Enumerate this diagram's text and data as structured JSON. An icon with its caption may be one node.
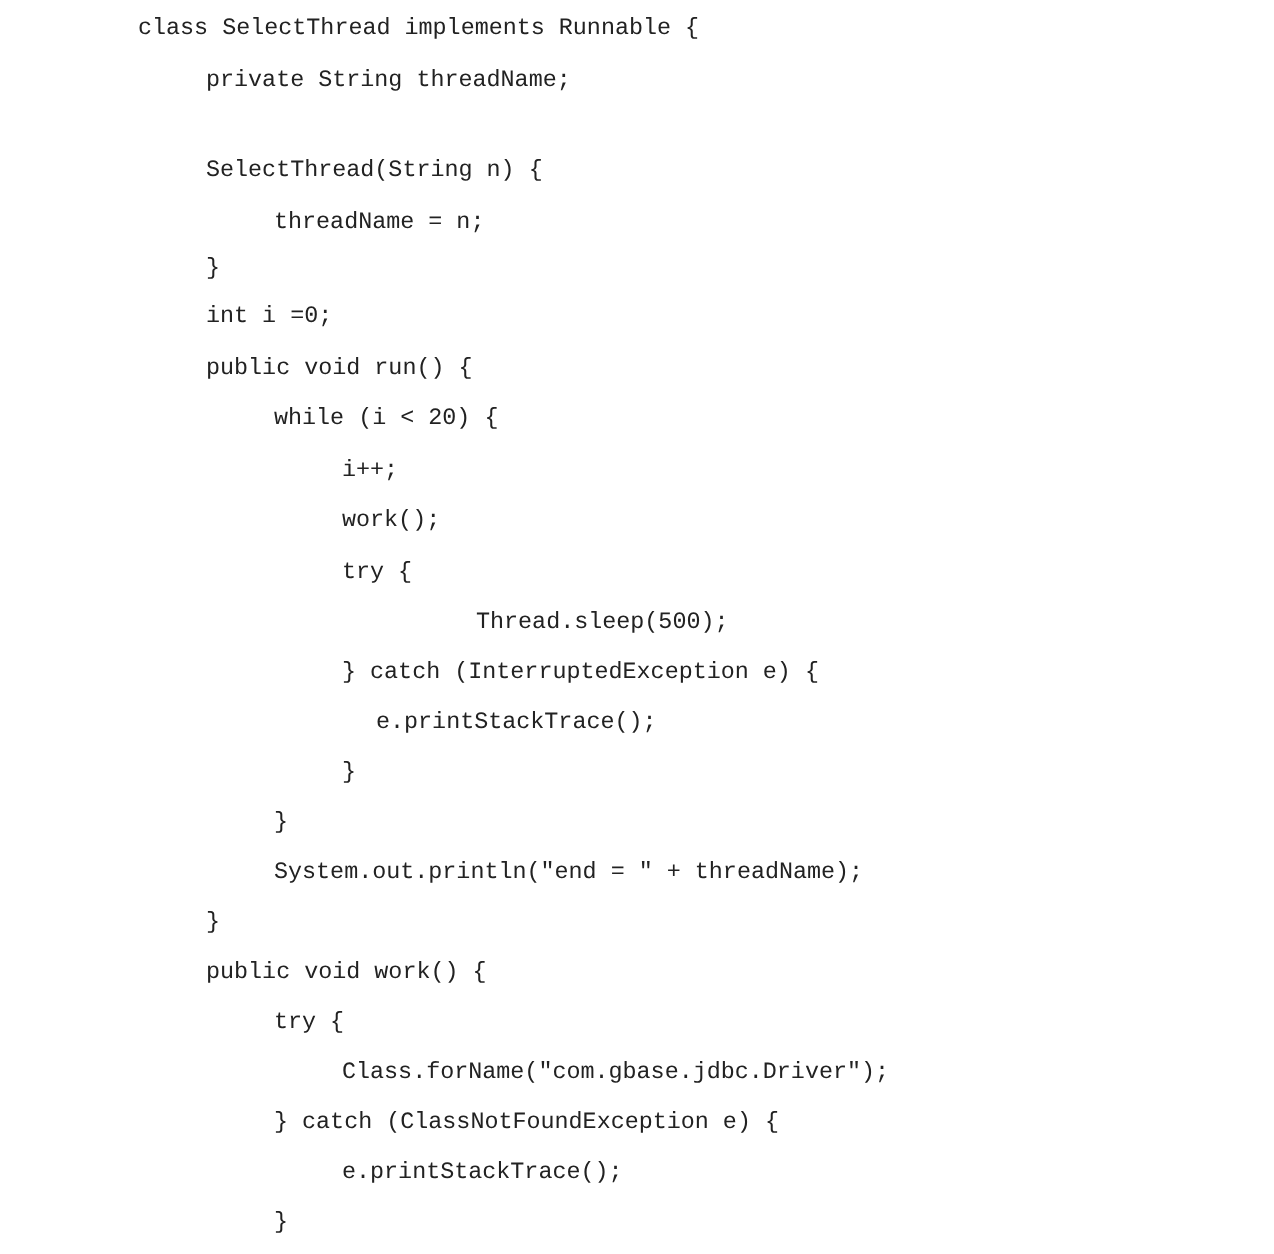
{
  "diagram": {
    "labels": [
      "class SelectThread implements Runnable {",
      "private String threadName;",
      "SelectThread(String n) {",
      "threadName = n;",
      "}",
      "int i =0;",
      "public void run() {",
      "while (i < 20) {",
      "i++;",
      "work();",
      "try {",
      "Thread.sleep(500);",
      "} catch (InterruptedException e) {",
      "e.printStackTrace();",
      "}",
      "}",
      "System.out.println(\"end = \" + threadName);",
      "}",
      "public void work() {",
      "try {",
      "Class.forName(\"com.gbase.jdbc.Driver\");",
      "} catch (ClassNotFoundException e) {",
      "e.printStackTrace();",
      "}"
    ]
  }
}
